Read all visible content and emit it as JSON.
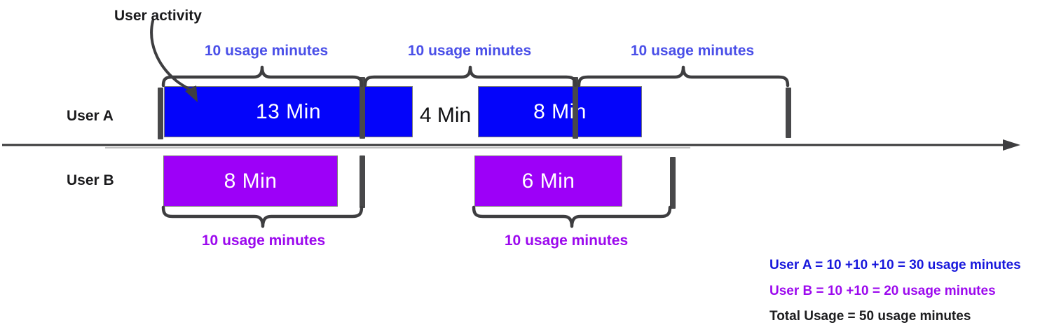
{
  "annotation": {
    "label": "User activity"
  },
  "timeline": {
    "user_a": {
      "name": "User A",
      "windows": [
        {
          "label": "10 usage minutes",
          "minutes": 10
        },
        {
          "label": "10 usage minutes",
          "minutes": 10
        },
        {
          "label": "10 usage minutes",
          "minutes": 10
        }
      ],
      "activities": [
        {
          "label": "13 Min",
          "minutes": 13
        },
        {
          "label": "8 Min",
          "minutes": 8
        }
      ],
      "idle_gap": {
        "label": "4 Min",
        "minutes": 4
      }
    },
    "user_b": {
      "name": "User B",
      "windows": [
        {
          "label": "10 usage minutes",
          "minutes": 10
        },
        {
          "label": "10 usage minutes",
          "minutes": 10
        }
      ],
      "activities": [
        {
          "label": "8 Min",
          "minutes": 8
        },
        {
          "label": "6 Min",
          "minutes": 6
        }
      ]
    }
  },
  "summary": {
    "user_a": "User A = 10 +10 +10 = 30 usage minutes",
    "user_b": "User B = 10 +10 = 20 usage minutes",
    "total": "Total Usage = 50 usage minutes"
  },
  "colors": {
    "user_a_bar": "#0404fa",
    "user_b_bar": "#9d00f8",
    "window_label_a": "#4a4fe8",
    "window_label_b": "#9c09ee",
    "summary_user_a": "#1717dc",
    "summary_user_b": "#9c09ee",
    "summary_total": "#1d1d1f",
    "stroke": "#3e3e40",
    "tick": "#48484a"
  }
}
